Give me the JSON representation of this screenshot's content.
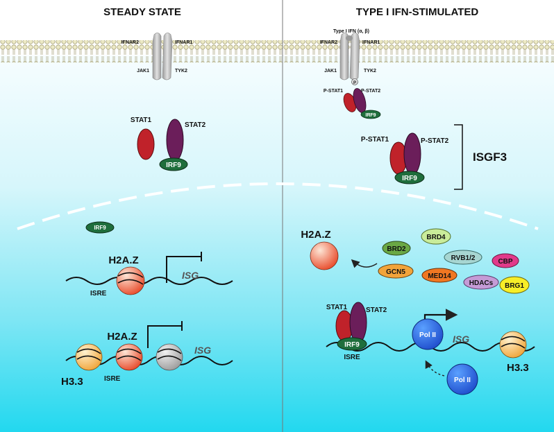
{
  "left_panel": {
    "title": "STEADY STATE",
    "ifnar2": "IFNAR2",
    "ifnar1": "IFNAR1",
    "jak1": "JAK1",
    "tyk2": "TYK2",
    "stat1": "STAT1",
    "stat2": "STAT2",
    "irf9": "IRF9",
    "nuclear_irf9": "IRF9",
    "h2az_top": "H2A.Z",
    "isg_top": "ISG",
    "isre_top": "ISRE",
    "h2az_bottom": "H2A.Z",
    "isg_bottom": "ISG",
    "h33": "H3.3",
    "isre_bottom": "ISRE"
  },
  "right_panel": {
    "title": "TYPE I IFN-STIMULATED",
    "ifn_ligand": "Type I IFN (α, β)",
    "ifnar2": "IFNAR2",
    "ifnar1": "IFNAR1",
    "jak1": "JAK1",
    "tyk2": "TYK2",
    "phospho": "P",
    "pstat1_mem": "P-STAT1",
    "pstat2_mem": "P-STAT2",
    "irf9_mem": "IRF9",
    "pstat1": "P-STAT1",
    "pstat2": "P-STAT2",
    "irf9": "IRF9",
    "isgf3": "ISGF3",
    "h2az": "H2A.Z",
    "factors": {
      "brd2": "BRD2",
      "brd4": "BRD4",
      "rvb": "RVB1/2",
      "cbp": "CBP",
      "gcn5": "GCN5",
      "med14": "MED14",
      "hdacs": "HDACs",
      "brg1": "BRG1"
    },
    "stat1": "STAT1",
    "stat2": "STAT2",
    "irf9_dna": "IRF9",
    "isre": "ISRE",
    "pol2_dna": "Pol II",
    "isg": "ISG",
    "h33": "H3.3",
    "pol2_free": "Pol II"
  },
  "colors": {
    "stat1": "#c0222a",
    "stat2": "#6b1e5a",
    "irf9": "#1f6e3c",
    "h2az": "#f07a55",
    "h33": "#f3b55a",
    "pol2": "#1d5fd6",
    "cytoplasm_top": "#f4fcfe",
    "nucleus_bottom": "#22d8ef"
  }
}
